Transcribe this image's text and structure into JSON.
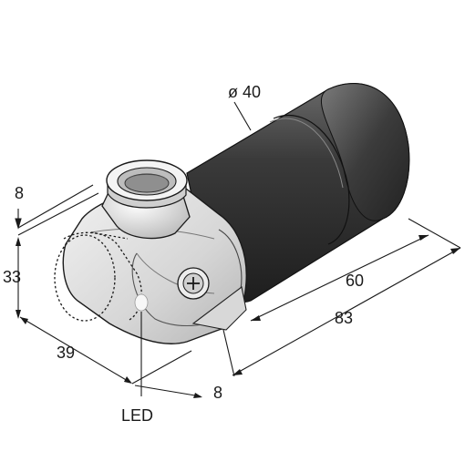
{
  "dimensions": {
    "diameter": "ø 40",
    "top_offset": "8",
    "height": "33",
    "depth": "39",
    "bottom_offset": "8",
    "barrel_length": "60",
    "overall_length": "83"
  },
  "callouts": {
    "led": "LED"
  },
  "colors": {
    "line": "#1a1a1a",
    "barrel_dark": "#2a2a2a",
    "barrel_mid": "#555555",
    "head_light": "#e6e6e6",
    "head_mid": "#c8c8c8"
  }
}
